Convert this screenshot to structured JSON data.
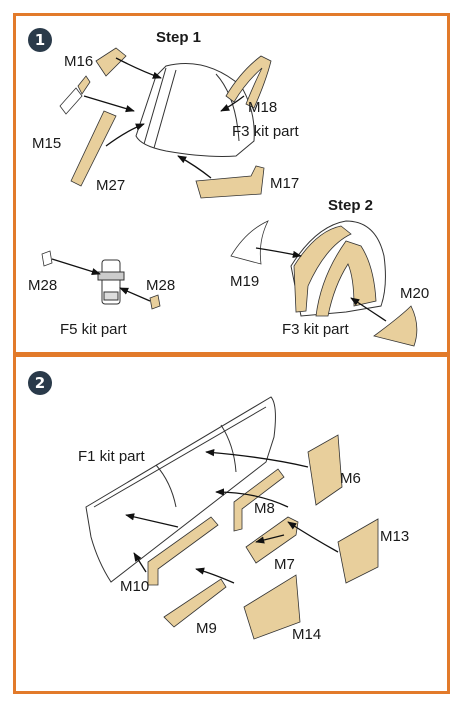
{
  "panel1": {
    "badge": "1",
    "step1": "Step 1",
    "step2": "Step 2",
    "labels": {
      "m16": "M16",
      "m15": "M15",
      "m27": "M27",
      "m18": "M18",
      "f3_top": "F3 kit part",
      "m17": "M17",
      "m19": "M19",
      "m20": "M20",
      "f3_bottom": "F3 kit part",
      "m28_left": "M28",
      "m28_right": "M28",
      "f5": "F5 kit part"
    }
  },
  "panel2": {
    "badge": "2",
    "labels": {
      "f1": "F1 kit part",
      "m6": "M6",
      "m8": "M8",
      "m13": "M13",
      "m7": "M7",
      "m10": "M10",
      "m9": "M9",
      "m14": "M14"
    }
  },
  "colors": {
    "frame": "#e27a2a",
    "badge": "#2a3a4a",
    "mask": "#e8cf9c"
  }
}
